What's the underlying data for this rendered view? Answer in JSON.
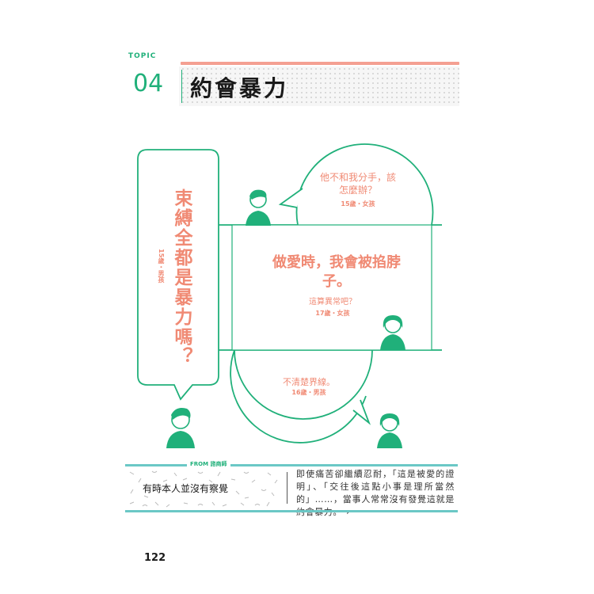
{
  "header": {
    "topic_label": "TOPIC",
    "topic_number": "04",
    "title": "約會暴力"
  },
  "bubbles": {
    "left_question": "束縛全都是暴力嗎？",
    "left_meta": "15歲・男孩",
    "top_right_question": "他不和我分手，該怎麼辦？",
    "top_right_meta": "15歲・女孩",
    "center_question": "做愛時，我會被掐脖子。",
    "center_sub": "這算異常吧？",
    "center_meta": "17歲・女孩",
    "bottom_question": "不清楚界線。",
    "bottom_meta": "16歲・男孩"
  },
  "footer_box": {
    "from_label": "FROM 諮商師",
    "title": "有時本人並沒有察覺",
    "body": "即使痛苦卻繼續忍耐，「這是被愛的證明」、「交往後這點小事是理所當然的」……，當事人常常沒有發覺這就是約會暴力。→"
  },
  "page_number": "122",
  "colors": {
    "green": "#20b07a",
    "coral": "#f08a74",
    "teal": "#6bc8c6",
    "salmon_rule": "#f4a092"
  }
}
